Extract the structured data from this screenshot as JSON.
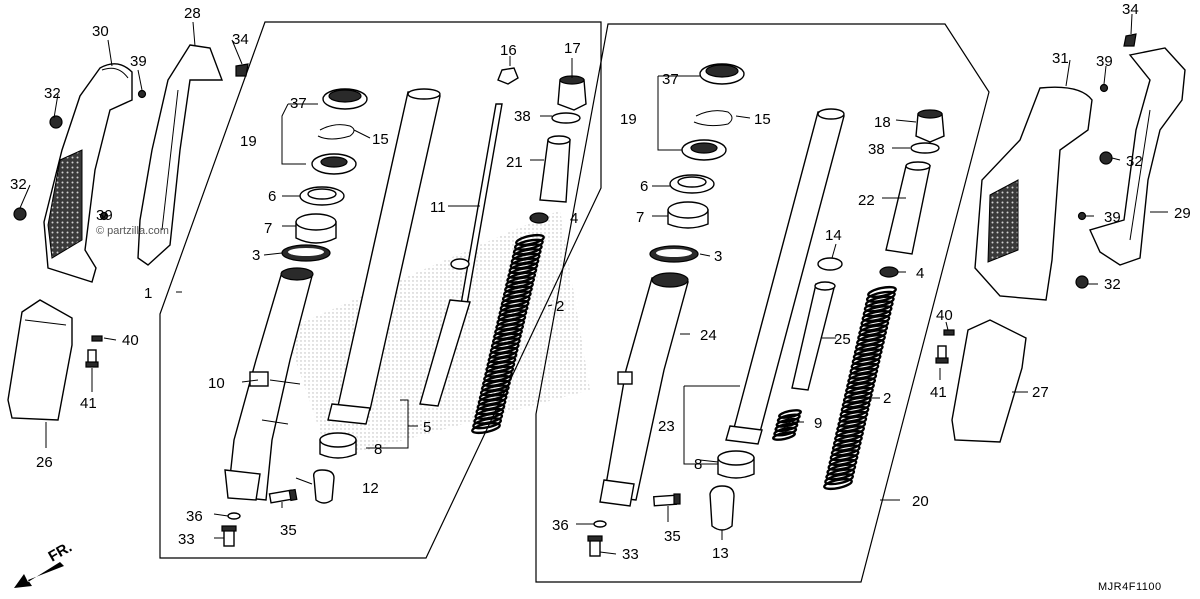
{
  "labels": {
    "l1": "1",
    "l2a": "2",
    "l2b": "2",
    "l3a": "3",
    "l3b": "3",
    "l4a": "4",
    "l4b": "4",
    "l5": "5",
    "l6a": "6",
    "l6b": "6",
    "l7a": "7",
    "l7b": "7",
    "l8a": "8",
    "l8b": "8",
    "l9": "9",
    "l10": "10",
    "l11": "11",
    "l12": "12",
    "l13": "13",
    "l14": "14",
    "l15a": "15",
    "l15b": "15",
    "l16": "16",
    "l17": "17",
    "l18": "18",
    "l19a": "19",
    "l19b": "19",
    "l20": "20",
    "l21": "21",
    "l22": "22",
    "l23": "23",
    "l24": "24",
    "l25": "25",
    "l26": "26",
    "l27": "27",
    "l28": "28",
    "l29": "29",
    "l30": "30",
    "l31": "31",
    "l32a": "32",
    "l32b": "32",
    "l32c": "32",
    "l32d": "32",
    "l33a": "33",
    "l33b": "33",
    "l34a": "34",
    "l34b": "34",
    "l35a": "35",
    "l35b": "35",
    "l36a": "36",
    "l36b": "36",
    "l37a": "37",
    "l37b": "37",
    "l38a": "38",
    "l38b": "38",
    "l39a": "39",
    "l39b": "39",
    "l39c": "39",
    "l39d": "39",
    "l40a": "40",
    "l40b": "40",
    "l41a": "41",
    "l41b": "41"
  },
  "front_marker": "FR.",
  "diagram_code": "MJR4F1100",
  "watermark": "© partzilla.com"
}
